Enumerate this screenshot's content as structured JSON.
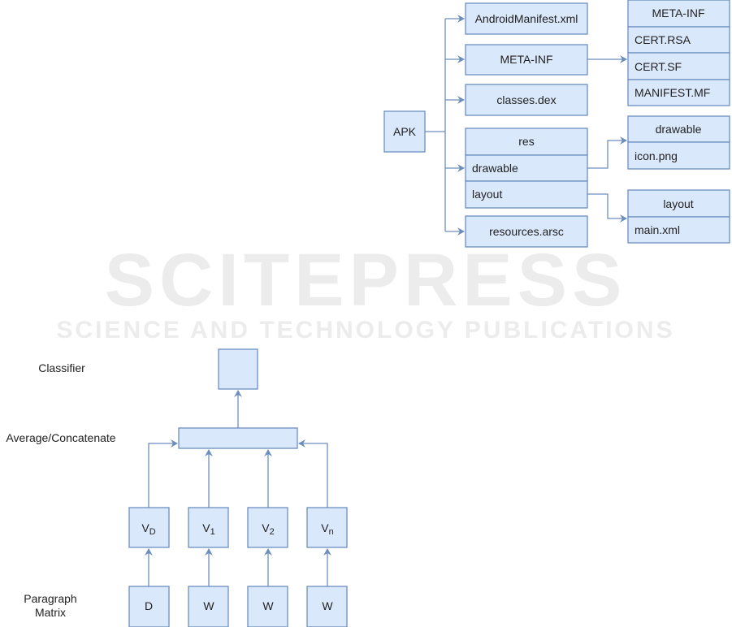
{
  "watermark": {
    "main": "SCITEPRESS",
    "sub": "SCIENCE AND TECHNOLOGY PUBLICATIONS"
  },
  "apk_tree": {
    "root": "APK",
    "children": [
      "AndroidManifest.xml",
      "META-INF",
      "classes.dex",
      "resources.arsc"
    ],
    "res_group": {
      "title": "res",
      "items": [
        "drawable",
        "layout"
      ]
    },
    "meta_inf_group": {
      "title": "META-INF",
      "items": [
        "CERT.RSA",
        "CERT.SF",
        "MANIFEST.MF"
      ]
    },
    "drawable_group": {
      "title": "drawable",
      "items": [
        "icon.png"
      ]
    },
    "layout_group": {
      "title": "layout",
      "items": [
        "main.xml"
      ]
    }
  },
  "pv_model": {
    "labels": {
      "classifier": "Classifier",
      "average": "Average/Concatenate",
      "paragraph_1": "Paragraph",
      "paragraph_2": "Matrix"
    },
    "vectors": [
      {
        "base": "V",
        "sub": "D"
      },
      {
        "base": "V",
        "sub": "1"
      },
      {
        "base": "V",
        "sub": "2"
      },
      {
        "base": "V",
        "sub": "n"
      }
    ],
    "inputs": [
      "D",
      "W",
      "W",
      "W"
    ]
  }
}
